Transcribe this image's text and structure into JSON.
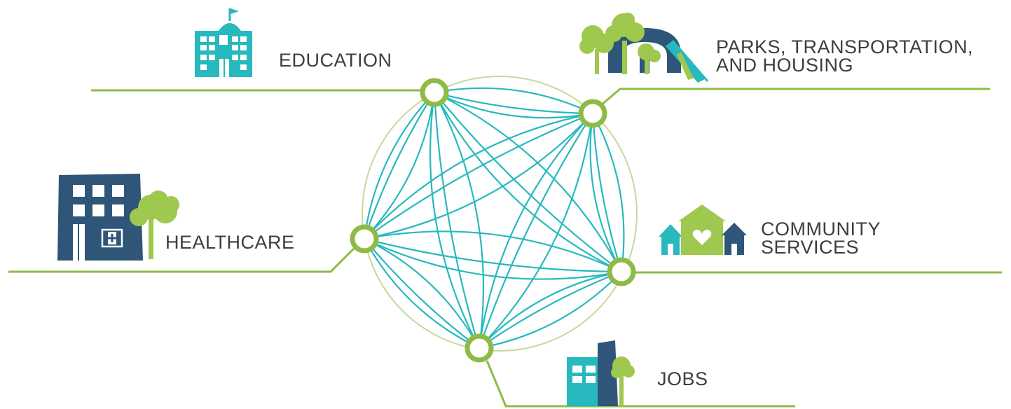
{
  "colors": {
    "green": "#8dbb45",
    "teal": "#27b9be",
    "navy": "#2f5678",
    "tree": "#9fc84f",
    "text": "#3d3d3d"
  },
  "categories": {
    "education": {
      "label": "EDUCATION",
      "icon": "school-building-icon"
    },
    "parks": {
      "line1": "PARKS, TRANSPORTATION,",
      "line2": "AND HOUSING",
      "icon": "park-playground-icon"
    },
    "healthcare": {
      "label": "HEALTHCARE",
      "icon": "hospital-icon"
    },
    "community": {
      "line1": "COMMUNITY",
      "line2": "SERVICES",
      "icon": "houses-heart-icon"
    },
    "jobs": {
      "label": "JOBS",
      "icon": "office-buildings-icon"
    }
  }
}
